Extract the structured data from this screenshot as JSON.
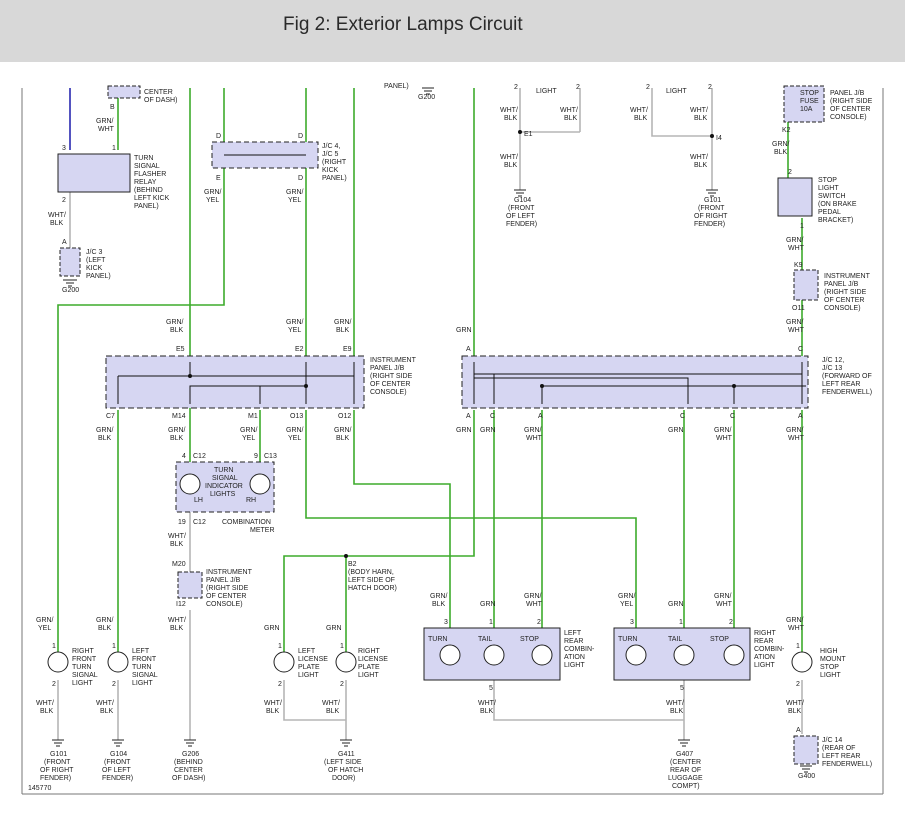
{
  "header": {
    "title": "Fig 2: Exterior Lamps Circuit"
  },
  "top": {
    "dash_note": [
      "CENTER",
      "OF DASH)"
    ],
    "b_pin": "B",
    "grn_wht": [
      "GRN/",
      "WHT"
    ],
    "panel_frag": "PANEL)",
    "g200_top": "G200",
    "light_left": "LIGHT",
    "light_right": "LIGHT",
    "pin2a": "2",
    "pin2b": "2",
    "pin2c": "2",
    "pin2d": "2",
    "wb1": [
      "WHT/",
      "BLK"
    ],
    "wb2": [
      "WHT/",
      "BLK"
    ],
    "wb3": [
      "WHT/",
      "BLK"
    ],
    "wb4": [
      "WHT/",
      "BLK"
    ],
    "wb5": [
      "WHT/",
      "BLK"
    ],
    "wb6": [
      "WHT/",
      "BLK"
    ],
    "e1": "E1",
    "i4": "I4",
    "g104_top": [
      "G104",
      "(FRONT",
      "OF LEFT",
      "FENDER)"
    ],
    "g101_top": [
      "G101",
      "(FRONT",
      "OF RIGHT",
      "FENDER)"
    ]
  },
  "fuse": {
    "panel_jb": [
      "PANEL J/B",
      "(RIGHT SIDE",
      "OF CENTER",
      "CONSOLE)"
    ],
    "name": [
      "STOP",
      "FUSE",
      "10A"
    ],
    "k2": "K2",
    "wire": [
      "GRN/",
      "BLK"
    ],
    "pin2": "2",
    "switch": [
      "STOP",
      "LIGHT",
      "SWITCH",
      "(ON BRAKE",
      "PEDAL",
      "BRACKET)"
    ],
    "pin1": "1",
    "wire2": [
      "GRN/",
      "WHT"
    ],
    "k9": "K9",
    "jb": [
      "INSTRUMENT",
      "PANEL J/B",
      "(RIGHT SIDE",
      "OF CENTER",
      "CONSOLE)"
    ],
    "o11": "O11",
    "wire3": [
      "GRN/",
      "WHT"
    ]
  },
  "flasher": {
    "pin3": "3",
    "pin1": "1",
    "pin2": "2",
    "name": [
      "TURN",
      "SIGNAL",
      "FLASHER",
      "RELAY",
      "(BEHIND",
      "LEFT KICK",
      "PANEL)"
    ],
    "wire": [
      "WHT/",
      "BLK"
    ],
    "a": "A",
    "jc3": [
      "J/C 3",
      "(LEFT",
      "KICK",
      "PANEL)"
    ],
    "g200": "G200"
  },
  "jc4": {
    "d1": "D",
    "d2": "D",
    "e": "E",
    "d3": "D",
    "name": [
      "J/C 4,",
      "J/C 5",
      "(RIGHT",
      "KICK",
      "PANEL)"
    ],
    "w1": [
      "GRN/",
      "YEL"
    ],
    "w2": [
      "GRN/",
      "YEL"
    ]
  },
  "ipjb": {
    "name": [
      "INSTRUMENT",
      "PANEL J/B",
      "(RIGHT SIDE",
      "OF CENTER",
      "CONSOLE)"
    ],
    "in_wires": [
      [
        "GRN/",
        "BLK"
      ],
      [
        "GRN/",
        "YEL"
      ],
      [
        "GRN/",
        "BLK"
      ]
    ],
    "in_pins": [
      "E5",
      "E2",
      "E9"
    ],
    "out_pins": [
      "C7",
      "M14",
      "M1",
      "O13",
      "O12"
    ],
    "out_wires": [
      [
        "GRN/",
        "BLK"
      ],
      [
        "GRN/",
        "BLK"
      ],
      [
        "GRN/",
        "YEL"
      ],
      [
        "GRN/",
        "YEL"
      ],
      [
        "GRN/",
        "BLK"
      ]
    ]
  },
  "jc12": {
    "grn_top": "GRN",
    "a": "A",
    "c": "C",
    "name": [
      "J/C 12,",
      "J/C 13",
      "(FORWARD OF",
      "LEFT REAR",
      "FENDERWELL)"
    ],
    "out_pins": [
      "A",
      "C",
      "A",
      "C",
      "C",
      "A"
    ],
    "out_wires": [
      "GRN",
      "GRN",
      [
        "GRN/",
        "WHT"
      ],
      "GRN",
      [
        "GRN/",
        "WHT"
      ],
      [
        "GRN/",
        "WHT"
      ]
    ]
  },
  "meter": {
    "p4": "4",
    "c12a": "C12",
    "p9": "9",
    "c13": "C13",
    "name": [
      "TURN",
      "SIGNAL",
      "INDICATOR",
      "LIGHTS"
    ],
    "lh": "LH",
    "rh": "RH",
    "p19": "19",
    "c12b": "C12",
    "combo": [
      "COMBINATION",
      "METER"
    ],
    "wire": [
      "WHT/",
      "BLK"
    ],
    "m20": "M20",
    "jb": [
      "INSTRUMENT",
      "PANEL J/B",
      "(RIGHT SIDE",
      "OF CENTER",
      "CONSOLE)"
    ],
    "i12": "I12",
    "wire2": [
      "WHT/",
      "BLK"
    ]
  },
  "b2": {
    "pin": "B2",
    "name": [
      "(BODY HARN,",
      "LEFT SIDE OF",
      "HATCH DOOR)"
    ]
  },
  "lamps": {
    "rf": {
      "wire": [
        "GRN/",
        "YEL"
      ],
      "p1": "1",
      "p2": "2",
      "name": [
        "RIGHT",
        "FRONT",
        "TURN",
        "SIGNAL",
        "LIGHT"
      ],
      "gw": [
        "WHT/",
        "BLK"
      ],
      "gnd": [
        "G101",
        "(FRONT",
        "OF RIGHT",
        "FENDER)"
      ]
    },
    "lf": {
      "wire": [
        "GRN/",
        "BLK"
      ],
      "p1": "1",
      "p2": "2",
      "name": [
        "LEFT",
        "FRONT",
        "TURN",
        "SIGNAL",
        "LIGHT"
      ],
      "gw": [
        "WHT/",
        "BLK"
      ],
      "gnd": [
        "G104",
        "(FRONT",
        "OF LEFT",
        "FENDER)"
      ]
    },
    "g206": [
      "G206",
      "(BEHIND",
      "CENTER",
      "OF DASH)"
    ],
    "llp": {
      "wire": "GRN",
      "p1": "1",
      "p2": "2",
      "name": [
        "LEFT",
        "LICENSE",
        "PLATE",
        "LIGHT"
      ],
      "gw": [
        "WHT/",
        "BLK"
      ]
    },
    "rlp": {
      "wire": "GRN",
      "p1": "1",
      "p2": "2",
      "name": [
        "RIGHT",
        "LICENSE",
        "PLATE",
        "LIGHT"
      ],
      "gw": [
        "WHT/",
        "BLK"
      ]
    },
    "g411": [
      "G411",
      "(LEFT SIDE",
      "OF HATCH",
      "DOOR)"
    ],
    "lr": {
      "w1": [
        "GRN/",
        "BLK"
      ],
      "w2": "GRN",
      "w3": [
        "GRN/",
        "WHT"
      ],
      "p3": "3",
      "p1": "1",
      "p2": "2",
      "turn": "TURN",
      "tail": "TAIL",
      "stop": "STOP",
      "name": [
        "LEFT",
        "REAR",
        "COMBIN-",
        "ATION",
        "LIGHT"
      ],
      "p5": "5",
      "gw": [
        "WHT/",
        "BLK"
      ]
    },
    "rr": {
      "w1": [
        "GRN/",
        "YEL"
      ],
      "w2": "GRN",
      "w3": [
        "GRN/",
        "WHT"
      ],
      "p3": "3",
      "p1": "1",
      "p2": "2",
      "turn": "TURN",
      "tail": "TAIL",
      "stop": "STOP",
      "name": [
        "RIGHT",
        "REAR",
        "COMBIN-",
        "ATION",
        "LIGHT"
      ],
      "p5": "5",
      "gw": [
        "WHT/",
        "BLK"
      ]
    },
    "g407": [
      "G407",
      "(CENTER",
      "REAR OF",
      "LUGGAGE",
      "COMPT)"
    ],
    "hm": {
      "wire": [
        "GRN/",
        "WHT"
      ],
      "p1": "1",
      "p2": "2",
      "name": [
        "HIGH",
        "MOUNT",
        "STOP",
        "LIGHT"
      ],
      "gw": [
        "WHT/",
        "BLK"
      ],
      "a": "A",
      "jc14": [
        "J/C 14",
        "(REAR OF",
        "LEFT REAR",
        "FENDERWELL)"
      ],
      "g400": "G400"
    }
  },
  "fig_number": "145770",
  "colors": {
    "green": "#3dab2c",
    "purple": "#2a2ab0",
    "grey": "#b5b5b5",
    "box_fill": "#d6d6f2",
    "line": "#111111"
  }
}
